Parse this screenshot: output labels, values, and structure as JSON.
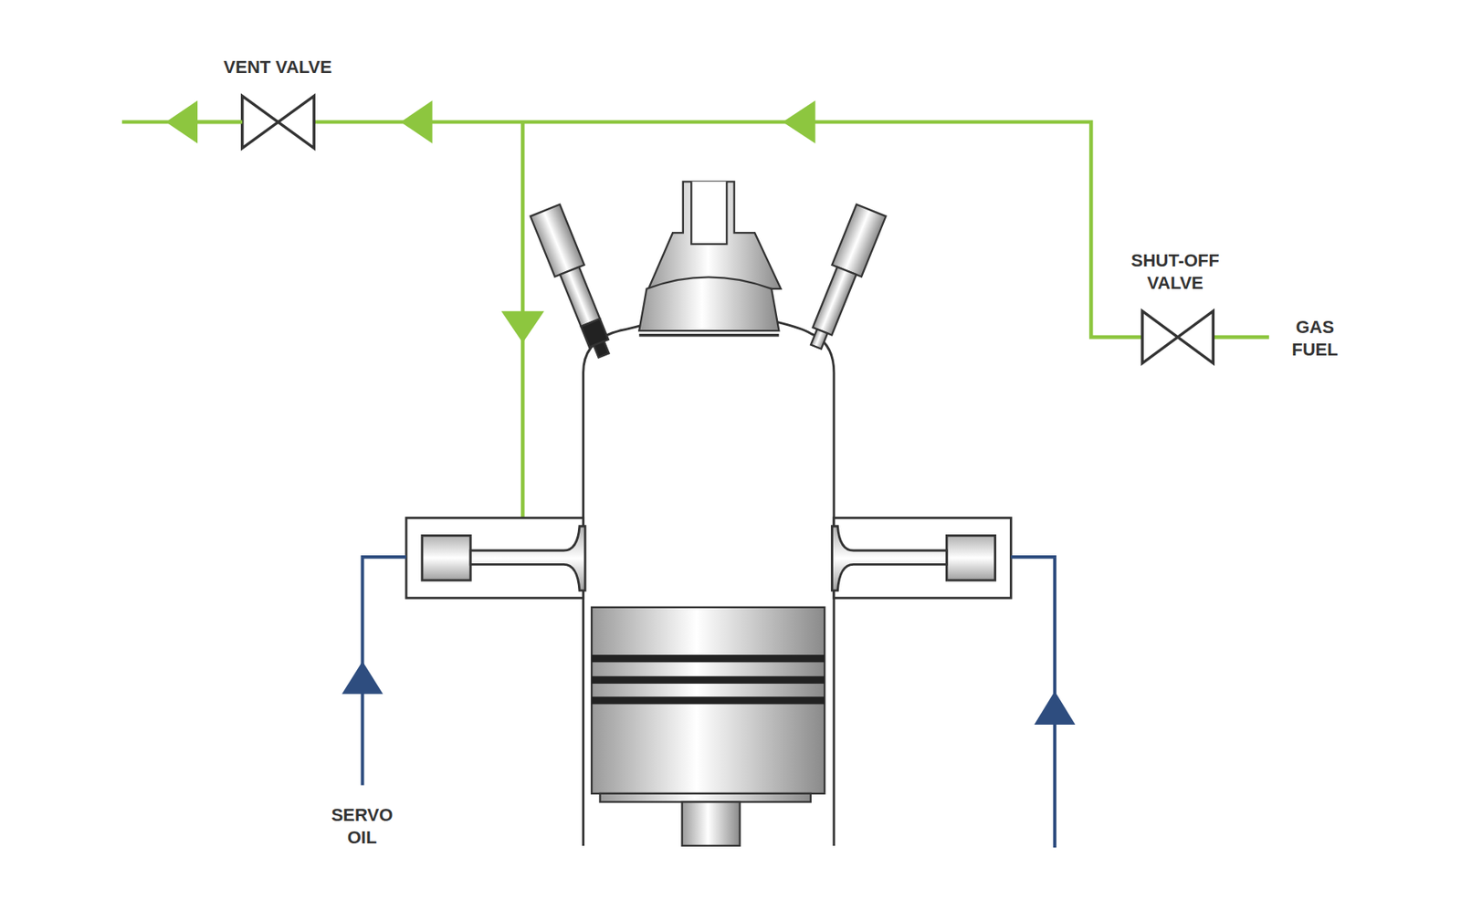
{
  "diagram": {
    "labels": [
      "VENT VALVE",
      "SHUT-OFF VALVE",
      "GAS FUEL",
      "SERVO OIL"
    ]
  }
}
